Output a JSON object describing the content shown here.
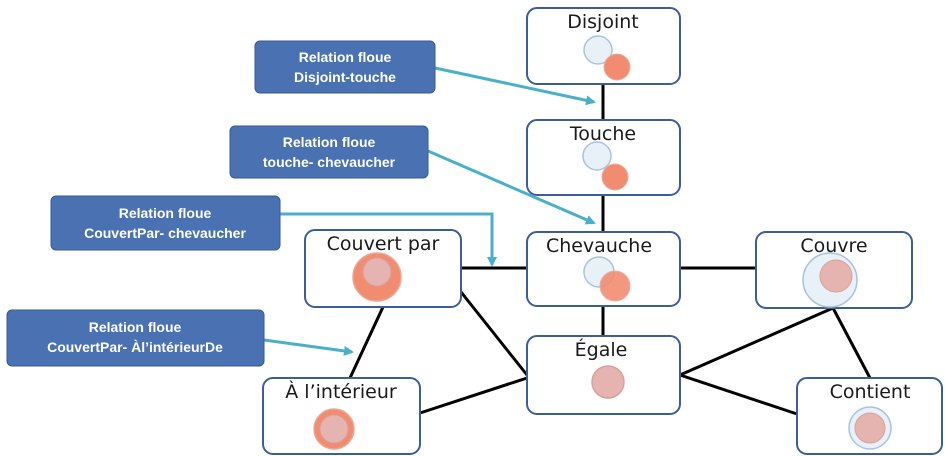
{
  "nodes": {
    "disjoint": "Disjoint",
    "touche": "Touche",
    "chevauche": "Chevauche",
    "couvert_par": "Couvert par",
    "couvre": "Couvre",
    "egale": "Égale",
    "a_linterieur": "À l’intérieur",
    "contient": "Contient"
  },
  "callouts": [
    {
      "line1": "Relation floue",
      "line2": "Disjoint-touche"
    },
    {
      "line1": "Relation floue",
      "line2": "touche- chevaucher"
    },
    {
      "line1": "Relation floue",
      "line2": "CouvertPar- chevaucher"
    },
    {
      "line1": "Relation floue",
      "line2": "CouvertPar- Àl’intérieurDe"
    }
  ],
  "colors": {
    "node_border": "#3b5e9a",
    "callout_fill": "#4a72b2",
    "arrow": "#4ab0c8",
    "edge": "#000000",
    "circle_blue_fill": "#e8f0f8",
    "circle_blue_stroke": "#a9c3dc",
    "circle_salmon": "#f28c70",
    "circle_pink": "#e6b4b0"
  }
}
